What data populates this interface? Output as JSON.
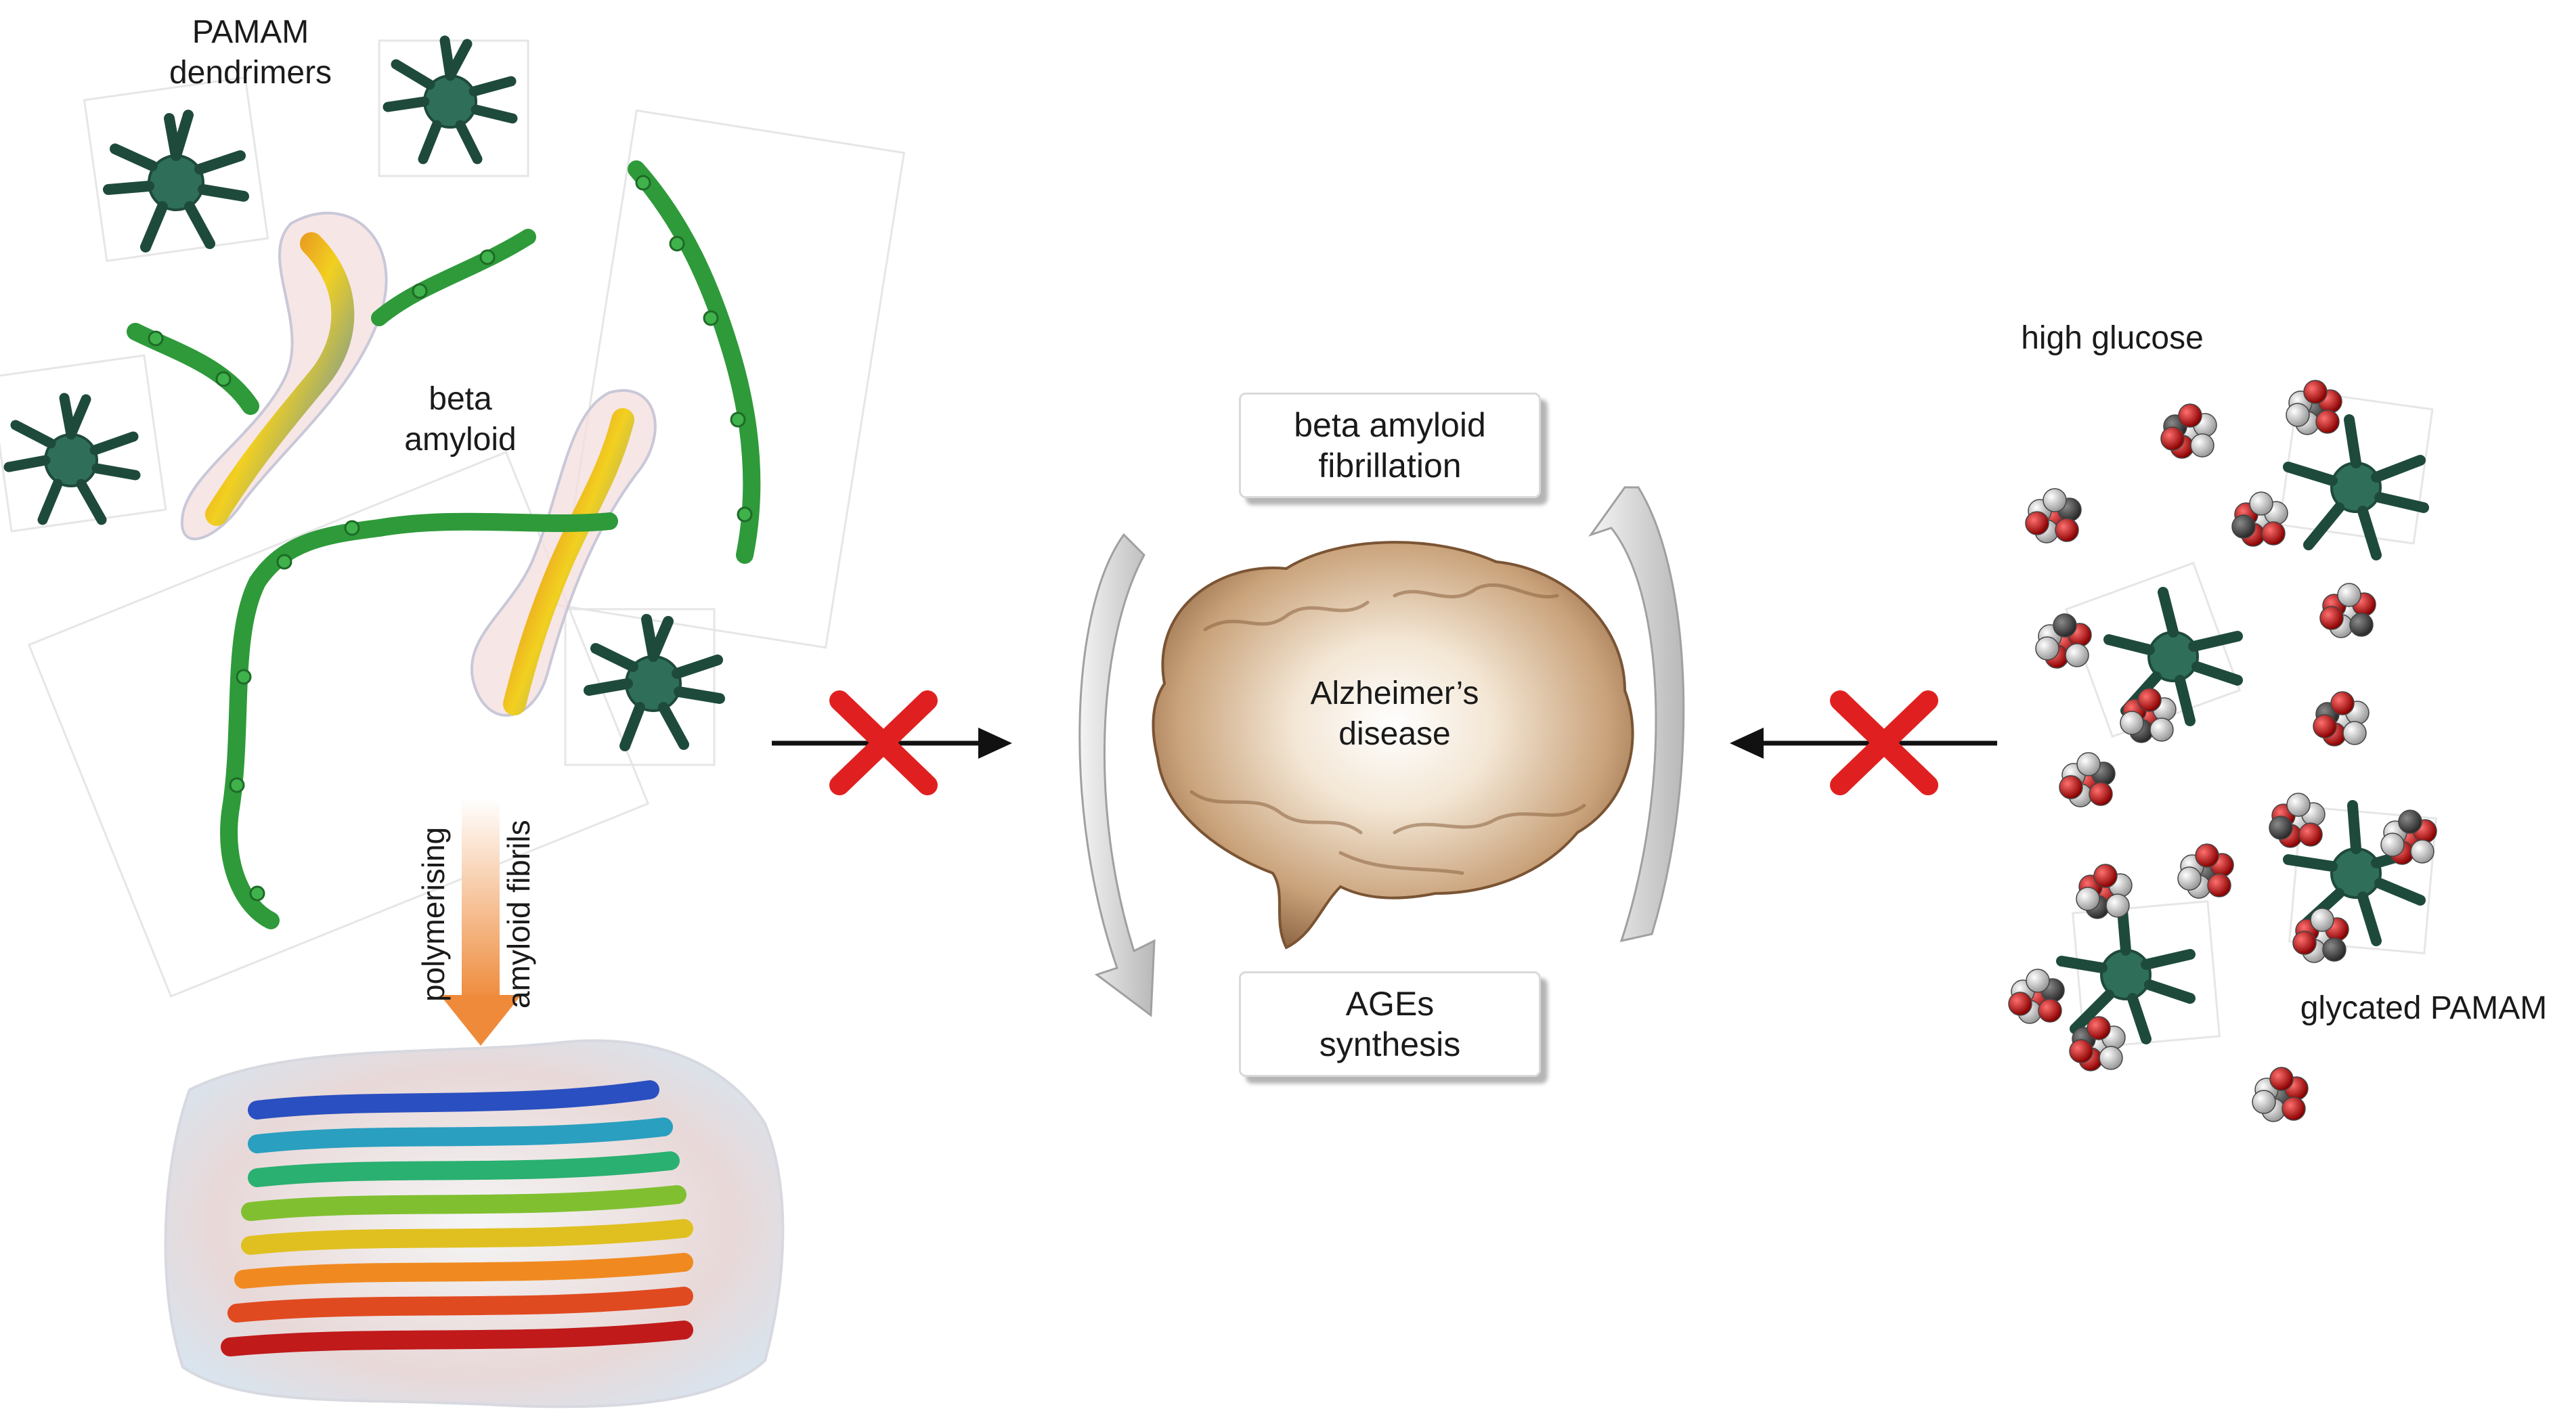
{
  "labels": {
    "pamam_line1": "PAMAM",
    "pamam_line2": "dendrimers",
    "beta_amyloid_line1": "beta",
    "beta_amyloid_line2": "amyloid",
    "polymerising": "polymerising",
    "amyloid_fibrils": "amyloid fibrils",
    "high_glucose": "high glucose",
    "glycated_pamam": "glycated PAMAM",
    "brain_line1": "Alzheimer’s",
    "brain_line2": "disease"
  },
  "boxes": {
    "fibrillation_line1": "beta amyloid",
    "fibrillation_line2": "fibrillation",
    "ages_line1": "AGEs",
    "ages_line2": "synthesis"
  },
  "colors": {
    "inhibit_cross": "#e02020",
    "arrow": "#111111",
    "cycle_arrow": "#c8c8c8",
    "helix_green": "#2e9a3a",
    "dendrimer": "#2f6f5a",
    "glucose_red": "#c01515",
    "brain": "#c9a27a"
  }
}
